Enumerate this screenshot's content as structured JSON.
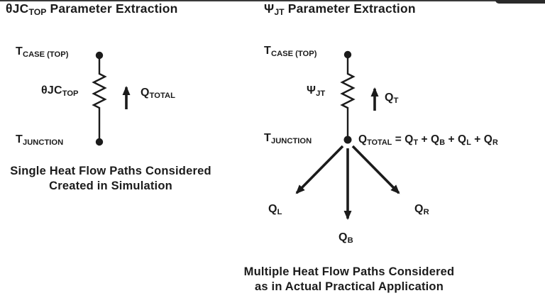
{
  "colors": {
    "ink": "#1b1b1b",
    "background": "#ffffff"
  },
  "left": {
    "title": {
      "pre": "θJC",
      "sub": "TOP",
      "post": " Parameter Extraction"
    },
    "t_case": {
      "base": "T",
      "sub": "CASE (TOP)"
    },
    "resistor": {
      "base": "θJC",
      "sub": "TOP"
    },
    "flow": {
      "base": "Q",
      "sub": "TOTAL"
    },
    "t_junction": {
      "base": "T",
      "sub": "JUNCTION"
    },
    "caption": {
      "line1": "Single Heat Flow Paths Considered",
      "line2": "Created in Simulation"
    }
  },
  "right": {
    "title": {
      "pre": "Ψ",
      "sub": "JT",
      "post": " Parameter Extraction"
    },
    "t_case": {
      "base": "T",
      "sub": "CASE (TOP)"
    },
    "resistor": {
      "base": "Ψ",
      "sub": "JT"
    },
    "flow": {
      "base": "Q",
      "sub": "T"
    },
    "t_junction": {
      "base": "T",
      "sub": "JUNCTION"
    },
    "equation": {
      "t1": "Q",
      "t1s": "TOTAL",
      "op1": " = ",
      "t2": "Q",
      "t2s": "T",
      "op2": " + ",
      "t3": "Q",
      "t3s": "B",
      "op3": " + ",
      "t4": "Q",
      "t4s": "L",
      "op4": " + ",
      "t5": "Q",
      "t5s": "R"
    },
    "q_left": {
      "base": "Q",
      "sub": "L"
    },
    "q_bottom": {
      "base": "Q",
      "sub": "B"
    },
    "q_right": {
      "base": "Q",
      "sub": "R"
    },
    "caption": {
      "line1": "Multiple Heat Flow Paths Considered",
      "line2": "as in Actual Practical Application"
    }
  }
}
